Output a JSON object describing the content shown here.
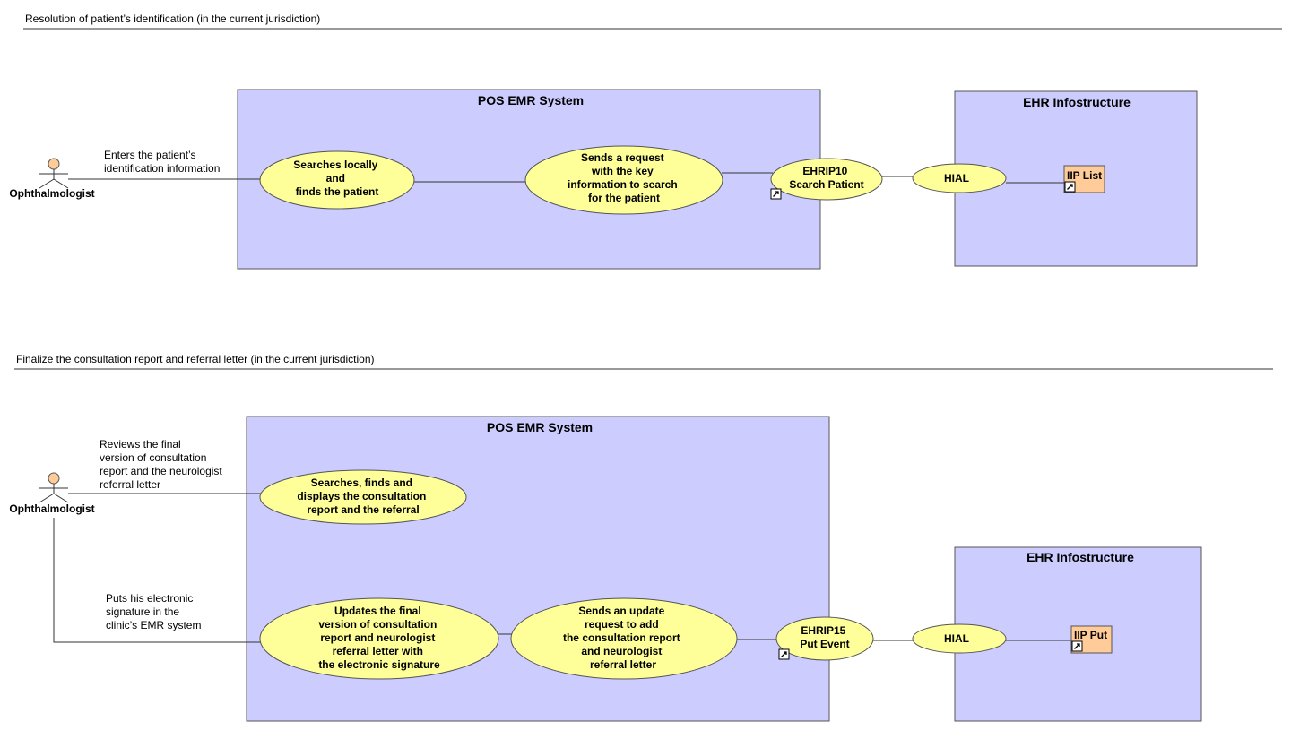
{
  "diagrams": [
    {
      "frame_title": "Resolution of patient’s identification (in the current jurisdiction)",
      "actor": {
        "name": "Ophthalmologist"
      },
      "actor_notes": [
        {
          "lines": [
            "Enters the patient’s",
            "identification information"
          ]
        }
      ],
      "system": {
        "title": "POS EMR System"
      },
      "use_cases": [
        {
          "lines": [
            "Searches locally",
            "and",
            "finds the patient"
          ]
        },
        {
          "lines": [
            "Sends a request",
            "with the key",
            "information to search",
            "for the patient"
          ]
        },
        {
          "lines": [
            "EHRIP10",
            "Search Patient"
          ]
        }
      ],
      "infrastructure": {
        "title": "EHR Infostructure",
        "hial": "HIAL",
        "component": "IIP List"
      }
    },
    {
      "frame_title": "Finalize the consultation report and referral letter (in the current jurisdiction)",
      "actor": {
        "name": "Ophthalmologist"
      },
      "actor_notes": [
        {
          "lines": [
            "Reviews the final",
            "version of consultation",
            "report and the neurologist",
            "referral letter"
          ]
        },
        {
          "lines": [
            "Puts his electronic",
            "signature in the",
            "clinic’s EMR system"
          ]
        }
      ],
      "system": {
        "title": "POS EMR System"
      },
      "use_cases": [
        {
          "lines": [
            "Searches, finds and",
            "displays the consultation",
            "report and the referral"
          ]
        },
        {
          "lines": [
            "Updates the final",
            "version of consultation",
            "report and neurologist",
            "referral letter with",
            "the electronic signature"
          ]
        },
        {
          "lines": [
            "Sends an update",
            "request to add",
            "the consultation report",
            "and neurologist",
            "referral letter"
          ]
        },
        {
          "lines": [
            "EHRIP15",
            "Put Event"
          ]
        }
      ],
      "infrastructure": {
        "title": "EHR Infostructure",
        "hial": "HIAL",
        "component": "IIP Put"
      }
    }
  ],
  "colors": {
    "system_fill": "#ccccff",
    "use_case_fill": "#ffff99",
    "component_fill": "#ffcc99",
    "actor_head": "#ffcc99"
  }
}
